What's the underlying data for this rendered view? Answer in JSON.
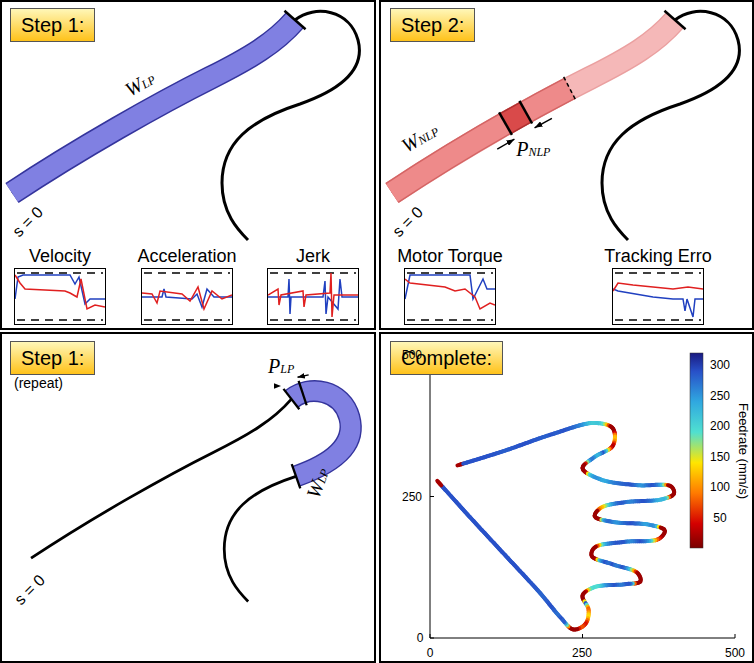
{
  "diagram": {
    "nodes": [
      {
        "text": [
          "Step 1:"
        ]
      },
      {
        "text": [
          "Velocity"
        ]
      },
      {
        "text": [
          "Acceleration"
        ]
      },
      {
        "text": [
          "Jerk"
        ]
      },
      {
        "text": [
          "Step 2:"
        ]
      },
      {
        "text": [
          "Motor Torque"
        ]
      },
      {
        "text": [
          "Tracking Erro"
        ]
      },
      {
        "text": [
          "Step 1:",
          "(repeat)"
        ]
      },
      {
        "text": [
          "Complete:"
        ]
      }
    ],
    "labels": [
      "WLP",
      "s = 0",
      "WNLP",
      "PNLP",
      "s = 0",
      "PLP",
      "WLP",
      "s = 0",
      "500",
      "250",
      "0",
      "0",
      "250",
      "500",
      "300",
      "250",
      "200",
      "150",
      "100",
      "50",
      "Feedrate (mm/s)"
    ]
  }
}
